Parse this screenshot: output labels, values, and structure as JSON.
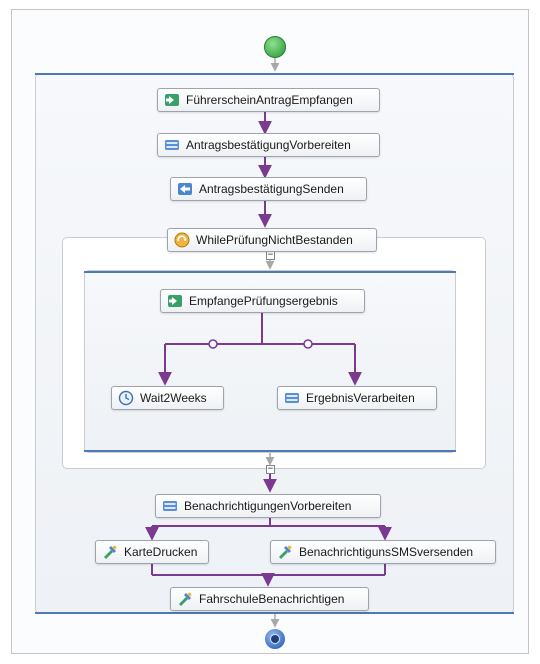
{
  "workflow": {
    "nodes": {
      "fuehrerschein": "FührerscheinAntragEmpfangen",
      "vorbereiten": "AntragsbestätigungVorbereiten",
      "senden": "AntragsbestätigungSenden",
      "while": "WhilePrüfungNichtBestanden",
      "empfange": "EmpfangePrüfungsergebnis",
      "wait": "Wait2Weeks",
      "ergebnis": "ErgebnisVerarbeiten",
      "benachrichtigungen": "BenachrichtigungenVorbereiten",
      "karte": "KarteDrucken",
      "sms": "BenachrichtigunsSMSversenden",
      "fahrschule": "FahrschuleBenachrichtigen"
    },
    "icons": {
      "receive": "receive-icon",
      "assign": "assign-icon",
      "send": "send-icon",
      "while": "while-loop-icon",
      "delay": "clock-icon",
      "invoke": "invoke-icon"
    },
    "colors": {
      "connector": "#7a3a8f",
      "header_bar": "#4f78b8",
      "start": "#3fa84a",
      "end": "#3b6fc4"
    }
  }
}
